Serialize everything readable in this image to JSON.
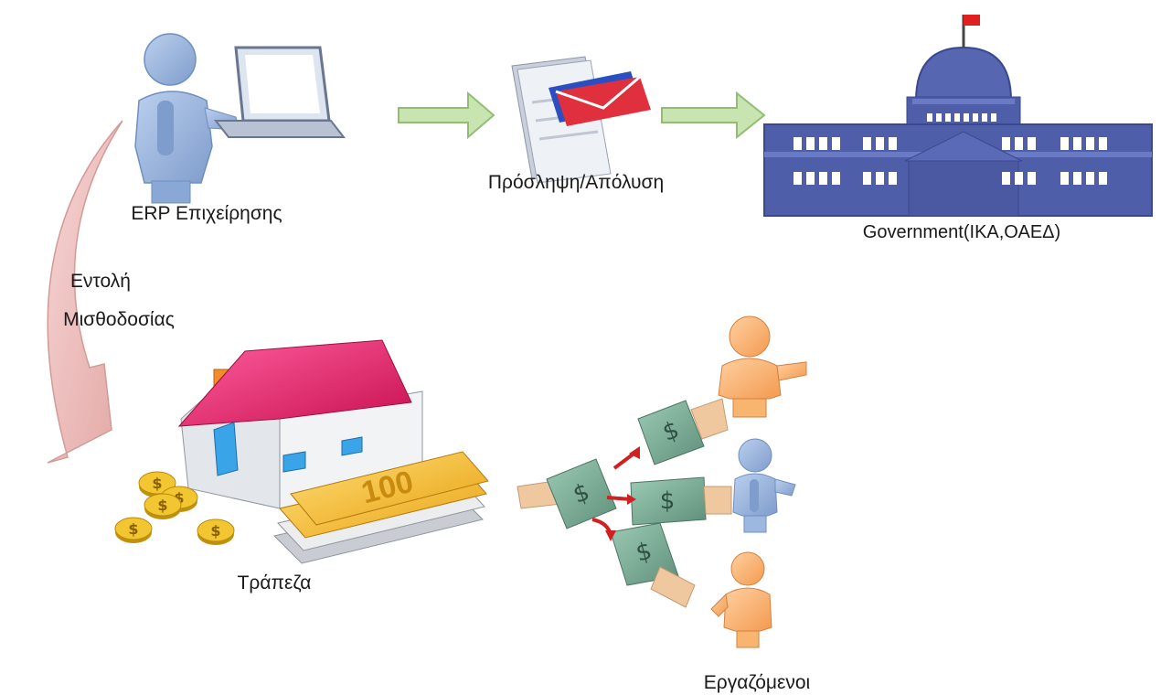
{
  "labels": {
    "erp": "ERP Επιχείρησης",
    "hire_fire": "Πρόσληψη/Απόλυση",
    "government": "Government(ΙΚΑ,ΟΑΕΔ)",
    "payroll_order_line1": "Εντολή",
    "payroll_order_line2": "Μισθοδοσίας",
    "bank": "Τράπεζα",
    "employees": "Εργαζόμενοι",
    "banknote": "100"
  },
  "icons": {
    "erp_user": "person-laptop-icon",
    "document": "document-envelope-icon",
    "government": "capitol-building-icon",
    "bank": "house-money-icon",
    "payments": "hands-cash-icon",
    "employees": "person-icon"
  },
  "colors": {
    "flow_arrow": "#a8cf86",
    "payroll_arrow": "#e9b8b6",
    "building": "#4f5ea8",
    "roof": "#e0206a",
    "coin": "#e8b820",
    "employee_orange": "#f8b570",
    "employee_blue": "#9cb8e0",
    "cash": "#6f9e8b"
  }
}
